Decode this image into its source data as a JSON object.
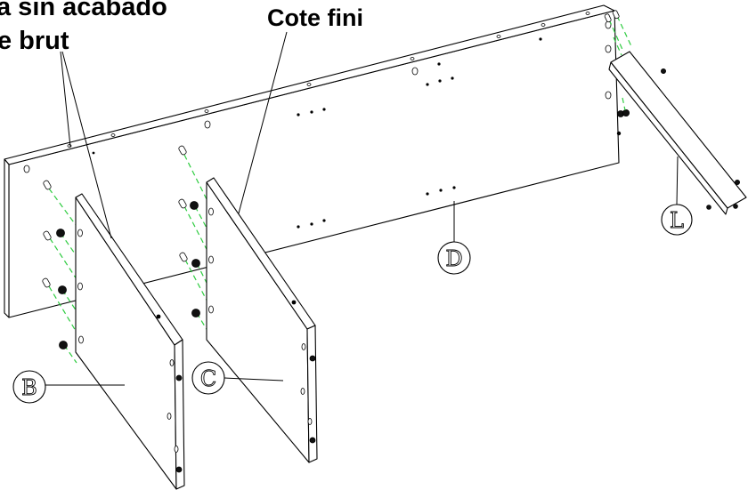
{
  "callouts": {
    "text_1": "a sin acabado",
    "text_2": "e brut",
    "text_3": "Cote fini"
  },
  "parts": {
    "b": "B",
    "c": "C",
    "d": "D",
    "l": "L"
  },
  "colors": {
    "line": "#000000",
    "guide": "#2ecc40",
    "background": "#ffffff"
  }
}
